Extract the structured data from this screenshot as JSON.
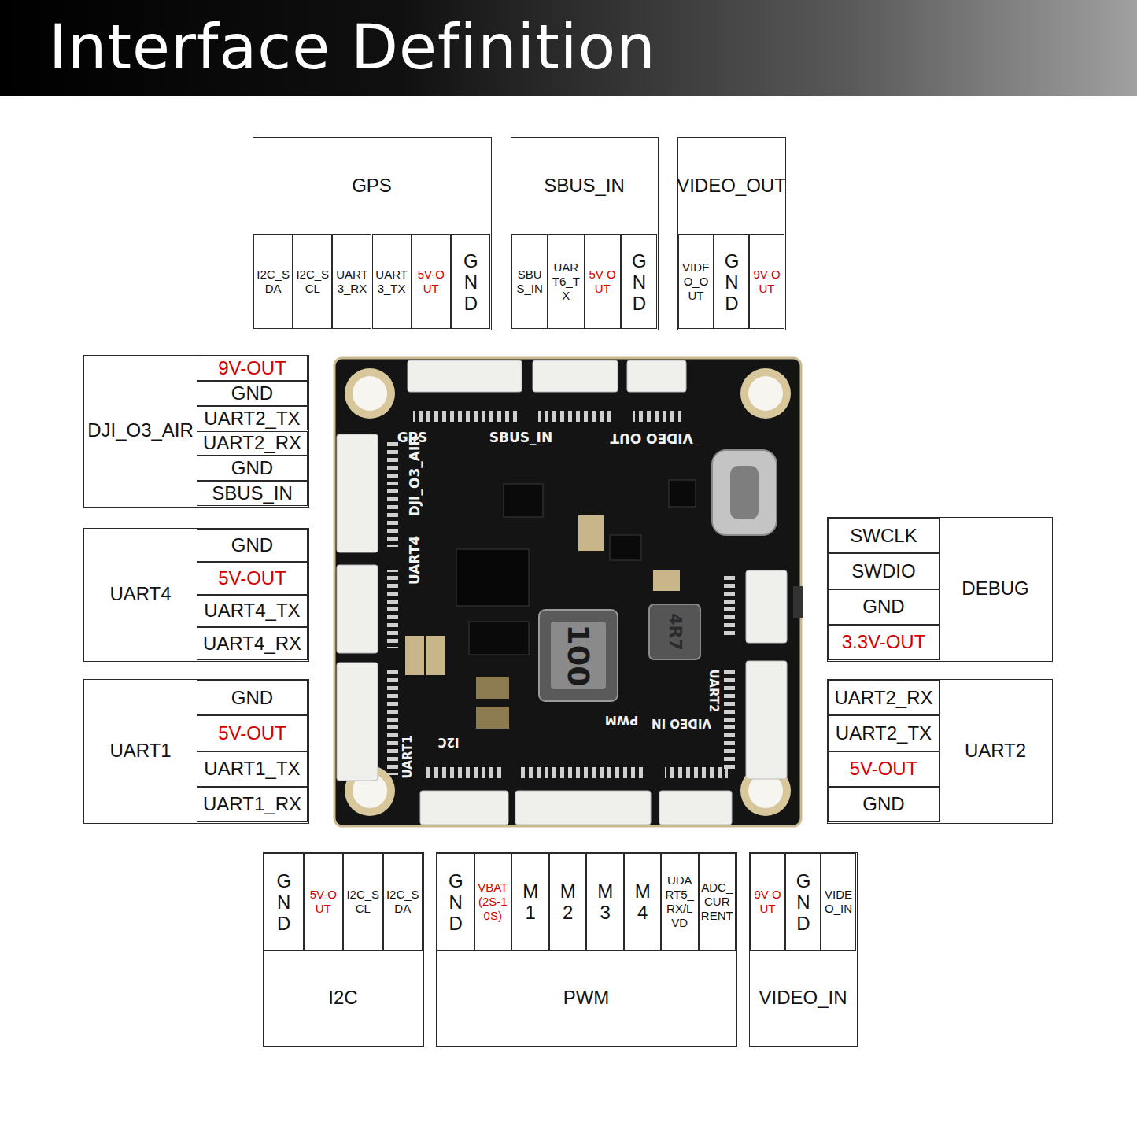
{
  "diagram": {
    "title": "Interface Definition",
    "nodes": [
      {
        "text": [
          "GPS"
        ]
      },
      {
        "text": [
          "I2C_SDA"
        ],
        "in": 0
      },
      {
        "text": [
          "I2C_SCL"
        ],
        "in": 0
      },
      {
        "text": [
          "UART3_RX"
        ],
        "in": 0
      },
      {
        "text": [
          "UART3_TX"
        ],
        "in": 0
      },
      {
        "text": [
          "5V-OUT"
        ],
        "in": 0
      },
      {
        "text": [
          "GND"
        ],
        "in": 0
      },
      {
        "text": [
          "SBUS_IN"
        ]
      },
      {
        "text": [
          "SBUS_IN"
        ],
        "in": 7
      },
      {
        "text": [
          "UART6_TX"
        ],
        "in": 7
      },
      {
        "text": [
          "5V-OUT"
        ],
        "in": 7
      },
      {
        "text": [
          "GND"
        ],
        "in": 7
      },
      {
        "text": [
          "VIDEO_OUT"
        ]
      },
      {
        "text": [
          "VIDEO_OUT"
        ],
        "in": 12
      },
      {
        "text": [
          "GND"
        ],
        "in": 12
      },
      {
        "text": [
          "9V-OUT"
        ],
        "in": 12
      },
      {
        "text": [
          "DJI_O3_AIR"
        ]
      },
      {
        "text": [
          "9V-OUT"
        ],
        "in": 16
      },
      {
        "text": [
          "GND"
        ],
        "in": 16
      },
      {
        "text": [
          "UART2_TX"
        ],
        "in": 16
      },
      {
        "text": [
          "UART2_RX"
        ],
        "in": 16
      },
      {
        "text": [
          "GND"
        ],
        "in": 16
      },
      {
        "text": [
          "SBUS_IN"
        ],
        "in": 16
      },
      {
        "text": [
          "UART4"
        ]
      },
      {
        "text": [
          "GND"
        ],
        "in": 23
      },
      {
        "text": [
          "5V-OUT"
        ],
        "in": 23
      },
      {
        "text": [
          "UART4_TX"
        ],
        "in": 23
      },
      {
        "text": [
          "UART4_RX"
        ],
        "in": 23
      },
      {
        "text": [
          "DEBUG"
        ]
      },
      {
        "text": [
          "SWCLK"
        ],
        "in": 28
      },
      {
        "text": [
          "SWDIO"
        ],
        "in": 28
      },
      {
        "text": [
          "GND"
        ],
        "in": 28
      },
      {
        "text": [
          "3.3V-OUT"
        ],
        "in": 28
      },
      {
        "text": [
          "UART1"
        ]
      },
      {
        "text": [
          "GND"
        ],
        "in": 33
      },
      {
        "text": [
          "5V-OUT"
        ],
        "in": 33
      },
      {
        "text": [
          "UART1_TX"
        ],
        "in": 33
      },
      {
        "text": [
          "UART1_RX"
        ],
        "in": 33
      },
      {
        "text": [
          "UART2"
        ]
      },
      {
        "text": [
          "UART2_RX"
        ],
        "in": 38
      },
      {
        "text": [
          "UART2_TX"
        ],
        "in": 38
      },
      {
        "text": [
          "5V-OUT"
        ],
        "in": 38
      },
      {
        "text": [
          "GND"
        ],
        "in": 38
      },
      {
        "text": [
          "I2C"
        ]
      },
      {
        "text": [
          "GND"
        ],
        "in": 43
      },
      {
        "text": [
          "5V-OUT"
        ],
        "in": 43
      },
      {
        "text": [
          "I2C_SCL"
        ],
        "in": 43
      },
      {
        "text": [
          "I2C_SDA"
        ],
        "in": 43
      },
      {
        "text": [
          "PWM"
        ]
      },
      {
        "text": [
          "GND"
        ],
        "in": 48
      },
      {
        "text": [
          "VBAT(2S-10S)"
        ],
        "in": 48
      },
      {
        "text": [
          "M1"
        ],
        "in": 48
      },
      {
        "text": [
          "M2"
        ],
        "in": 48
      },
      {
        "text": [
          "M3"
        ],
        "in": 48
      },
      {
        "text": [
          "M4"
        ],
        "in": 48
      },
      {
        "text": [
          "UDART5_RX/LVD"
        ],
        "in": 48
      },
      {
        "text": [
          "ADC_CURRENT"
        ],
        "in": 48
      },
      {
        "text": [
          "VIDEO_IN"
        ]
      },
      {
        "text": [
          "9V-OUT"
        ],
        "in": 57
      },
      {
        "text": [
          "GND"
        ],
        "in": 57
      },
      {
        "text": [
          "VIDEO_IN"
        ],
        "in": 57
      }
    ],
    "labels": [
      "GPS",
      "SBUS_IN",
      "VIDEO OUT",
      "UART4",
      "DJI_O3_AIR",
      "UART1",
      "I2C",
      "VIDEO IN",
      "PWM",
      "UART2",
      "100",
      "4R7"
    ]
  }
}
